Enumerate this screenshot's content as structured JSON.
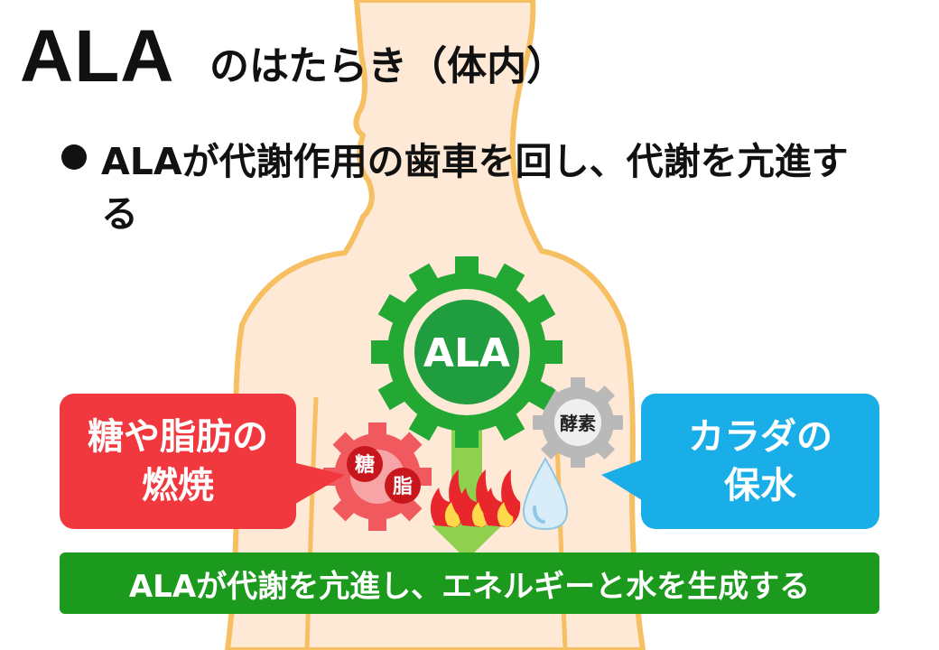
{
  "title": {
    "main": "ALA",
    "sub": "のはたらき（体内）"
  },
  "bullet": {
    "text": "ALAが代謝作用の歯車を回し、代謝を亢進する"
  },
  "gears": {
    "center": "ALA",
    "enzyme": "酵素",
    "sugar": "糖",
    "fat": "脂"
  },
  "callouts": {
    "left": "糖や脂肪の燃焼",
    "right": "カラダの保水"
  },
  "bottom": {
    "text": "ALAが代謝を亢進し、エネルギーと水を生成する"
  },
  "colors": {
    "body": "#fde9d5",
    "body_outline": "#f6c062",
    "green_gear": "#22a833",
    "red": "#f0383e",
    "blue": "#1aaee8",
    "gray_gear": "#b9b9b9",
    "bar": "#1c9a1e"
  },
  "icons": [
    "flame-icon",
    "water-drop-icon",
    "down-arrow-icon"
  ]
}
